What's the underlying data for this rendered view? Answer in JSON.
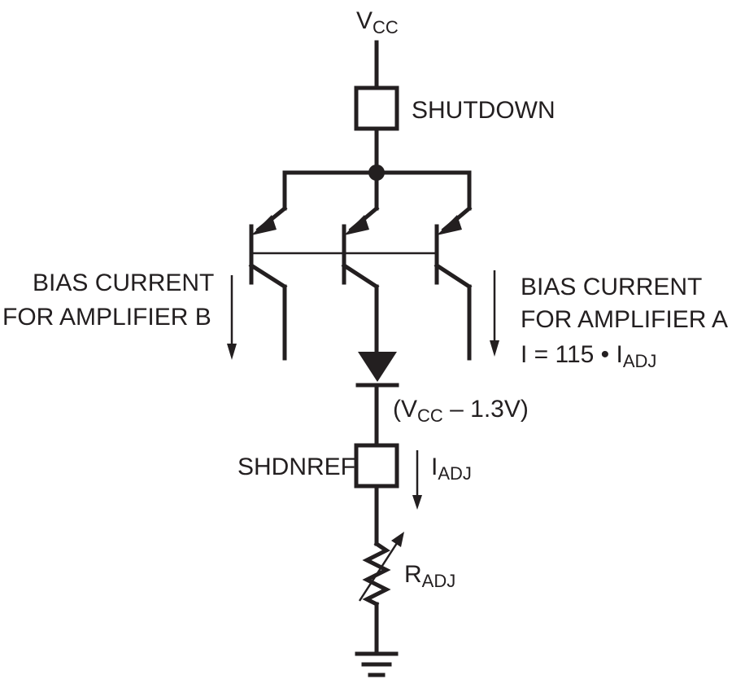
{
  "labels": {
    "vcc_main": "V",
    "vcc_sub": "CC",
    "shutdown": "SHUTDOWN",
    "bias_b_line1": "BIAS CURRENT",
    "bias_b_line2": "FOR AMPLIFIER B",
    "bias_a_line1": "BIAS CURRENT",
    "bias_a_line2": "FOR AMPLIFIER A",
    "bias_a_eq_main": "I = 115 • I",
    "bias_a_eq_sub": "ADJ",
    "diode_open": "(V",
    "diode_sub": "CC",
    "diode_rest": " – 1.3V)",
    "shdnref": "SHDNREF",
    "iadj_main": "I",
    "iadj_sub": "ADJ",
    "radj_main": "R",
    "radj_sub": "ADJ"
  },
  "colors": {
    "ink": "#231f20",
    "background": "#ffffff"
  }
}
